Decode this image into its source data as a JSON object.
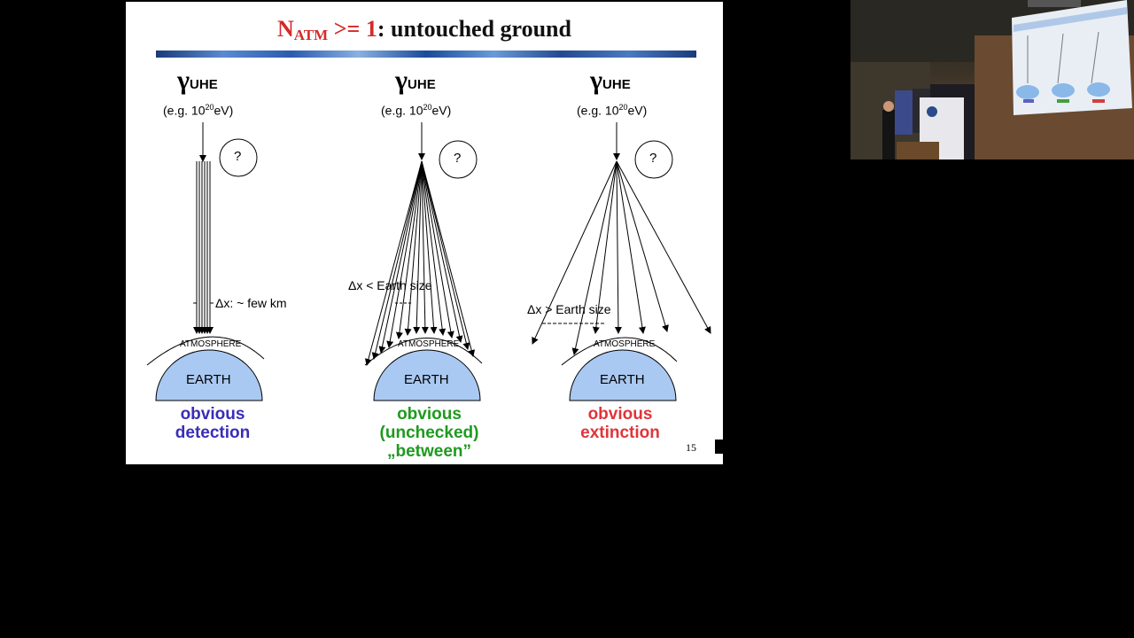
{
  "slide": {
    "title_main": "N",
    "title_sub": "ATM",
    "title_op": ">= 1",
    "title_rest": ": untouched ground",
    "page_number": "15",
    "columns": [
      {
        "gamma": "γ",
        "gamma_sub": "UHE",
        "eg_prefix": "(e.g. 10",
        "eg_exp": "20",
        "eg_suffix": "eV)",
        "question": "?",
        "delta": "Δx: ~ few km",
        "atmosphere": "ATMOSPHERE",
        "earth": "EARTH",
        "caption": [
          "obvious",
          "detection"
        ],
        "caption_color": "#3a2db8"
      },
      {
        "gamma": "γ",
        "gamma_sub": "UHE",
        "eg_prefix": "(e.g. 10",
        "eg_exp": "20",
        "eg_suffix": "eV)",
        "question": "?",
        "delta": "Δx < Earth size",
        "atmosphere": "ATMOSPHERE",
        "earth": "EARTH",
        "caption": [
          "obvious",
          "(unchecked)",
          "„between”"
        ],
        "caption_color": "#1f9a1f"
      },
      {
        "gamma": "γ",
        "gamma_sub": "UHE",
        "eg_prefix": "(e.g. 10",
        "eg_exp": "20",
        "eg_suffix": "eV)",
        "question": "?",
        "delta": "Δx > Earth size",
        "atmosphere": "ATMOSPHERE",
        "earth": "EARTH",
        "caption": [
          "obvious",
          "extinction"
        ],
        "caption_color": "#e0343a"
      }
    ]
  },
  "colors": {
    "title_red": "#d42a2a",
    "earth_fill": "#a9c9f2"
  }
}
